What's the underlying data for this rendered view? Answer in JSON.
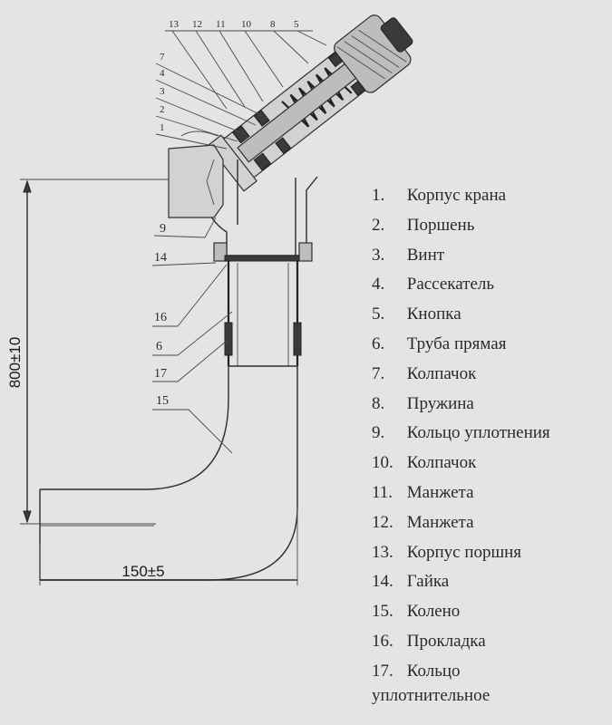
{
  "dimensions": {
    "height_label": "800±10",
    "width_label": "150±5"
  },
  "callouts": [
    "13",
    "12",
    "11",
    "10",
    "8",
    "5",
    "7",
    "4",
    "3",
    "2",
    "1",
    "9",
    "14",
    "16",
    "6",
    "17",
    "15"
  ],
  "legend": [
    {
      "num": "1.",
      "label": "Корпус крана"
    },
    {
      "num": "2.",
      "label": "Поршень"
    },
    {
      "num": "3.",
      "label": "Винт"
    },
    {
      "num": "4.",
      "label": "Рассекатель"
    },
    {
      "num": "5.",
      "label": "Кнопка"
    },
    {
      "num": "6.",
      "label": "Труба прямая"
    },
    {
      "num": "7.",
      "label": "Колпачок"
    },
    {
      "num": "8.",
      "label": "Пружина"
    },
    {
      "num": "9.",
      "label": "Кольцо уплотнения"
    },
    {
      "num": "10.",
      "label": "Колпачок"
    },
    {
      "num": "11.",
      "label": "Манжета"
    },
    {
      "num": "12.",
      "label": "Манжета"
    },
    {
      "num": "13.",
      "label": "Корпус поршня"
    },
    {
      "num": "14.",
      "label": "Гайка"
    },
    {
      "num": "15.",
      "label": "Колено"
    },
    {
      "num": "16.",
      "label": "Прокладка"
    },
    {
      "num": "17.",
      "label": "Кольцо",
      "label_cont": "уплотнительное"
    }
  ]
}
